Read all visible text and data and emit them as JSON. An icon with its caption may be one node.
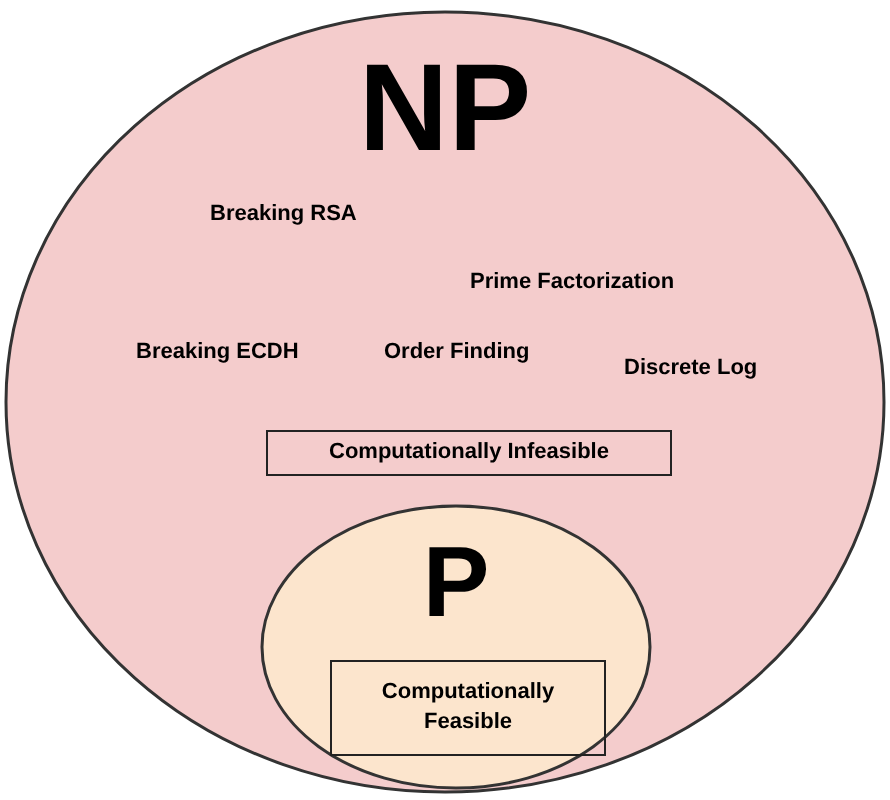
{
  "diagram": {
    "nodes": [
      {
        "text": [
          "NP"
        ]
      },
      {
        "text": [
          "Computationally Infeasible"
        ],
        "in": 0
      },
      {
        "text": [
          "P"
        ],
        "in": 0
      },
      {
        "text": [
          "Computationally Feasible"
        ],
        "in": 2
      }
    ],
    "labels": [
      "Breaking RSA",
      "Prime Factorization",
      "Breaking ECDH",
      "Order Finding",
      "Discrete Log"
    ]
  }
}
